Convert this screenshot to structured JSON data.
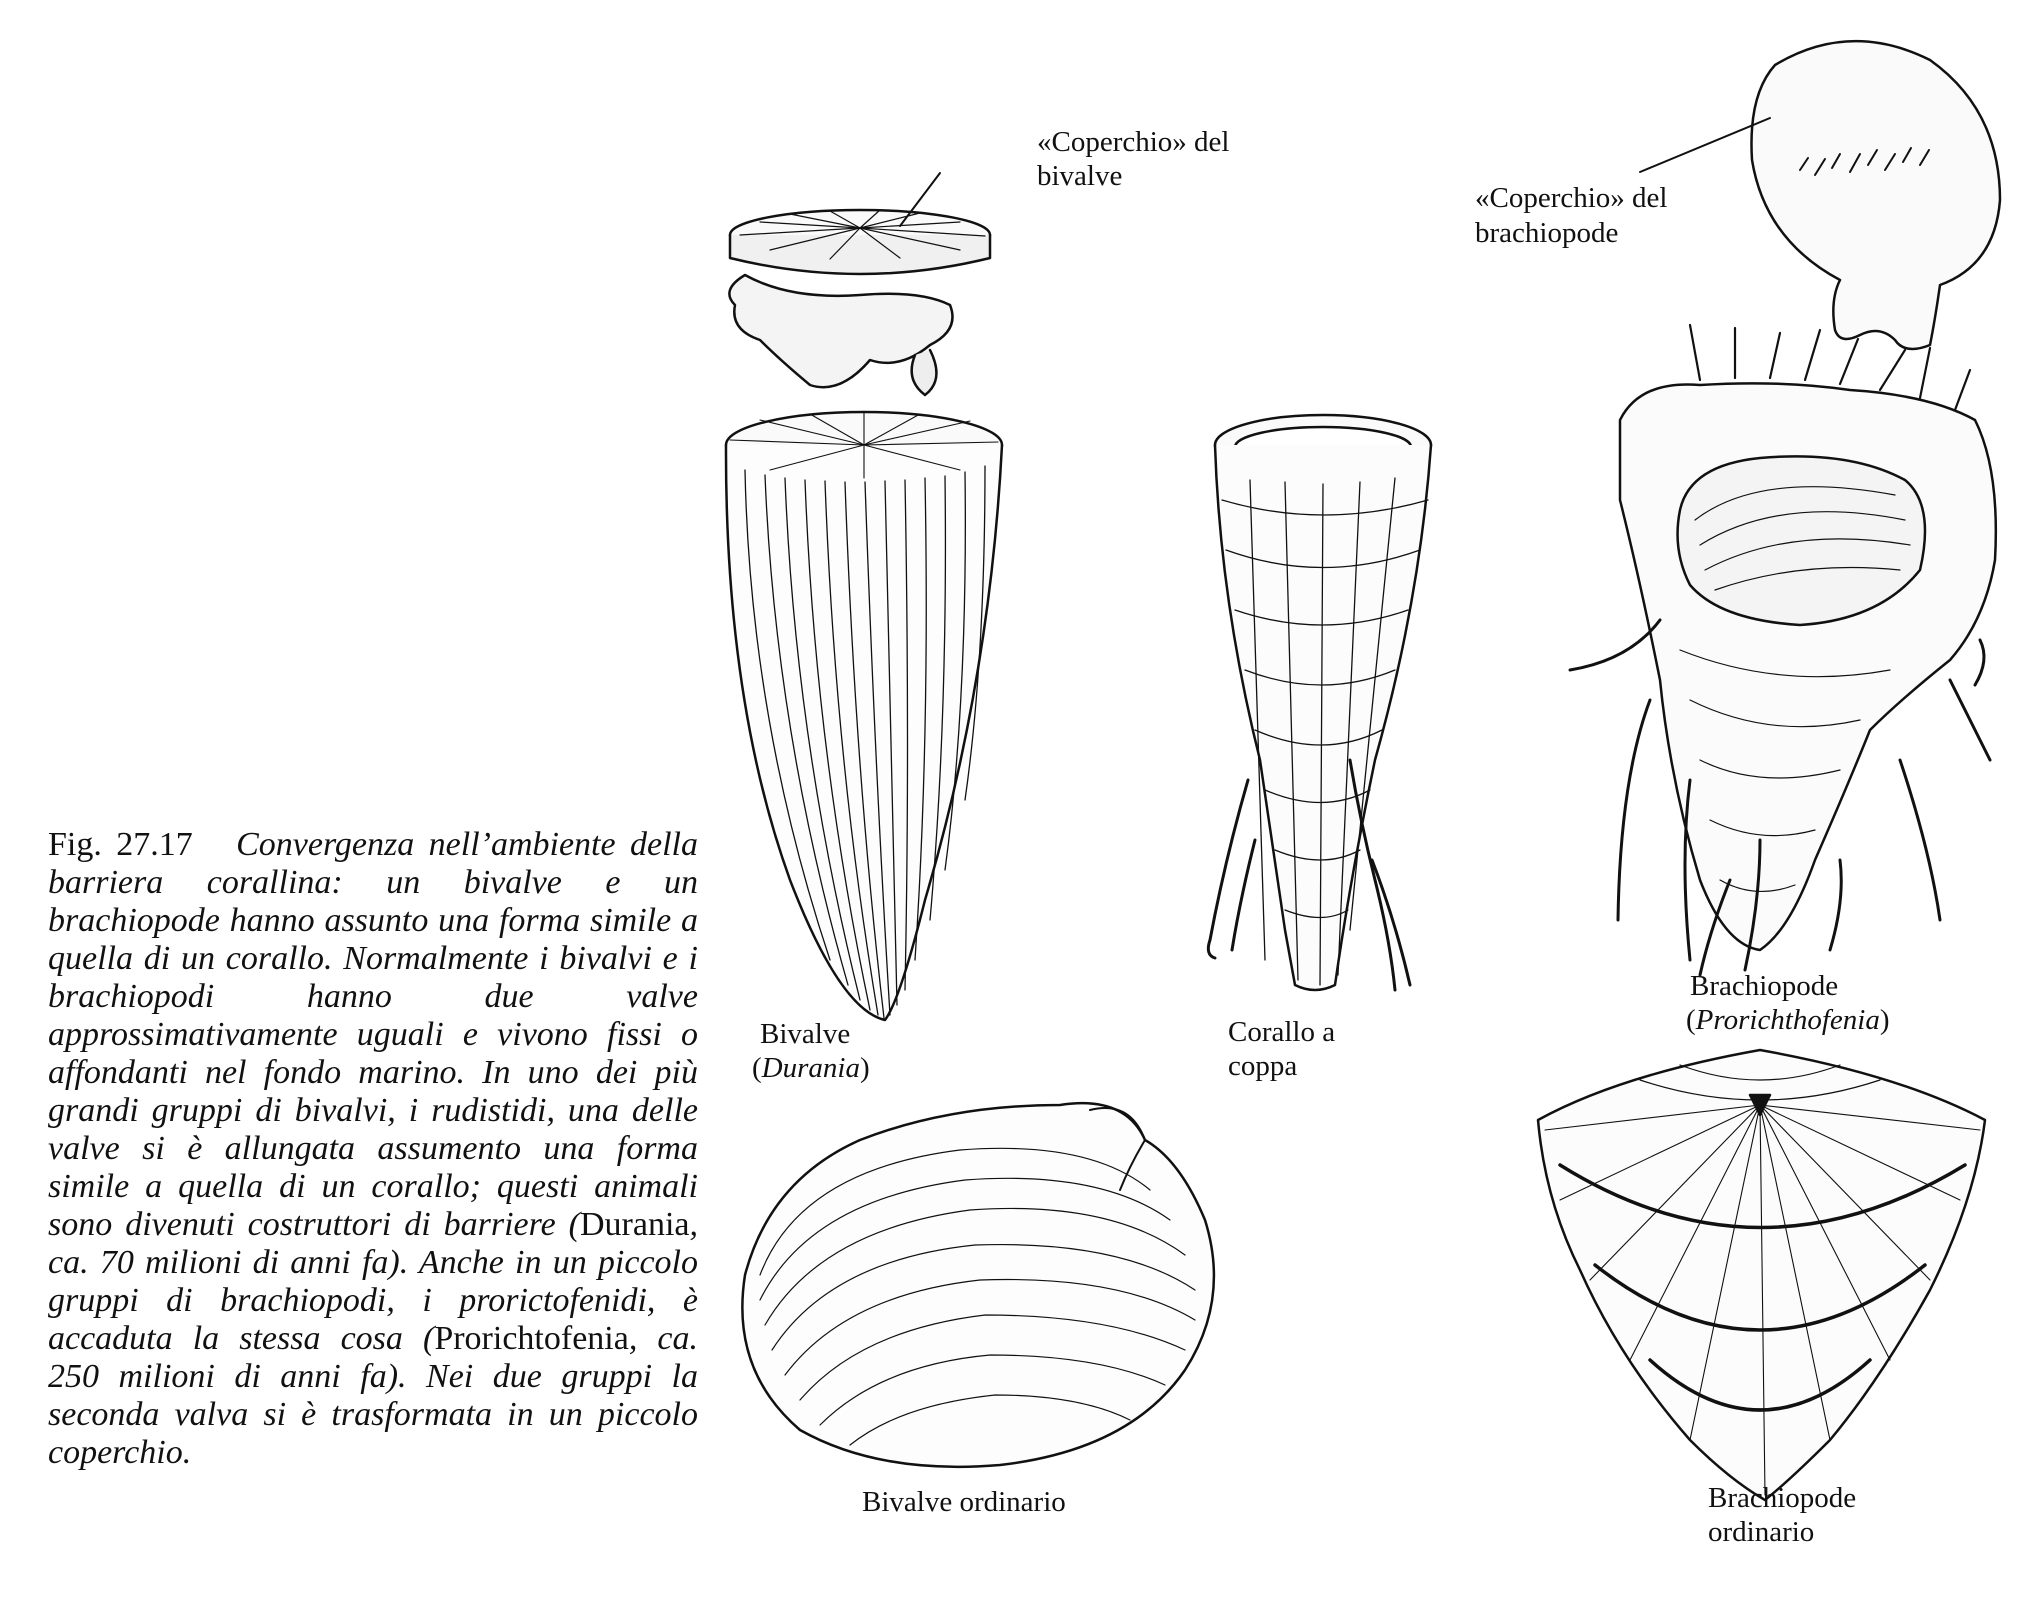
{
  "caption": {
    "fig_number": "Fig. 27.17",
    "text_1": "Convergenza nell’ambiente della barriera corallina: un bivalve e un brachiopode hanno assunto una forma simile a quella di un corallo. Normalmente i bivalvi e i brachiopodi hanno due valve approssimativamente uguali e vivono fissi o affondanti nel fondo marino. In uno dei più grandi gruppi di bivalvi, i rudistidi, una delle valve si è allungata assumento una forma simile a quella di un corallo; questi animali sono divenuti costruttori di barriere (",
    "genus_1": "Durania",
    "text_2": ", ca. 70 milioni di anni fa). Anche in un piccolo gruppi di brachiopodi, i prorictofenidi, è accaduta la stessa cosa (",
    "genus_2": "Prorichtofenia",
    "text_3": ", ca. 250 milioni di anni fa). Nei due gruppi la seconda valva si è trasformata in un piccolo coperchio."
  },
  "labels": {
    "bivalve_lid_1": "«Coperchio» del",
    "bivalve_lid_2": "bivalve",
    "brachio_lid_1": "«Coperchio» del",
    "brachio_lid_2": "brachiopode",
    "durania_1": "Bivalve",
    "durania_2a": "(",
    "durania_2b": "Durania",
    "durania_2c": ")",
    "coral_1": "Corallo a",
    "coral_2": "coppa",
    "prori_1": "Brachiopode",
    "prori_2a": "(",
    "prori_2b": "Prorichthofenia",
    "prori_2c": ")",
    "ord_bivalve": "Bivalve ordinario",
    "ord_brachio_1": "Brachiopode",
    "ord_brachio_2": "ordinario"
  }
}
